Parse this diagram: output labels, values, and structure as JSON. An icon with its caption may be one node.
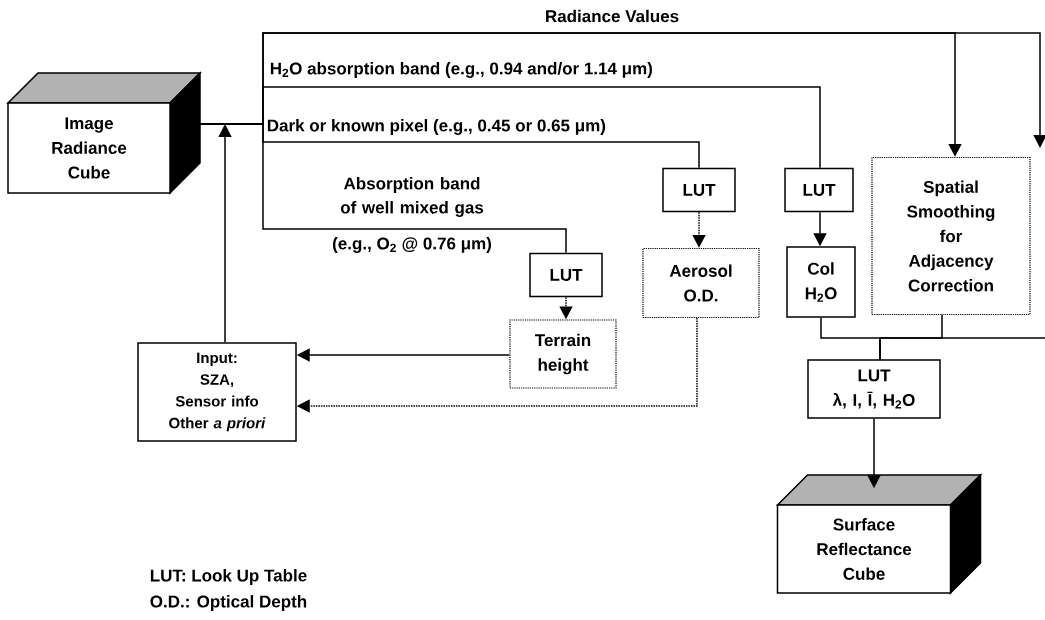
{
  "diagram": {
    "nodes": [
      {
        "text": [
          "Image Radiance Cube"
        ]
      },
      {
        "text": [
          "Input:",
          "SZA,",
          "Sensor info Other *a priori*"
        ]
      },
      {
        "text": [
          "LUT"
        ]
      },
      {
        "text": [
          "Terrain height"
        ]
      },
      {
        "text": [
          "LUT"
        ]
      },
      {
        "text": [
          "Aerosol O.D."
        ]
      },
      {
        "text": [
          "LUT"
        ]
      },
      {
        "text": [
          "Col H$_{2}$O"
        ]
      },
      {
        "text": [
          "Spatial Smoothing for Adjacency Correction"
        ]
      },
      {
        "text": [
          "LUT",
          "λ, I, Ī, H$_{2}$O"
        ]
      },
      {
        "text": [
          "Surface Reflectance Cube"
        ]
      }
    ],
    "edges": [
      {
        "from": 0,
        "to": 8,
        "arrow": "to",
        "label": "Radiance Values"
      },
      {
        "from": 0,
        "to": 6,
        "arrow": "none",
        "label": "H$_{2}$O absorption band (e.g., 0.94 and/or 1.14 μm)"
      },
      {
        "from": 0,
        "to": 4,
        "arrow": "none",
        "label": "Dark or known pixel (e.g., 0.45 or 0.65 μm)"
      },
      {
        "from": 0,
        "to": 2,
        "arrow": "none",
        "label": "Absorption band of well mixed gas"
      },
      {
        "from": 0,
        "to": null,
        "arrow": "to"
      },
      {
        "from": 1,
        "to": 0,
        "arrow": "to"
      },
      {
        "from": 2,
        "to": 3,
        "arrow": "to",
        "style": "dashed"
      },
      {
        "from": 4,
        "to": 5,
        "arrow": "to",
        "style": "dashed"
      },
      {
        "from": 6,
        "to": 7,
        "arrow": "to"
      },
      {
        "from": 3,
        "to": 1,
        "arrow": "to"
      },
      {
        "from": 5,
        "to": 1,
        "arrow": "to",
        "style": "dashed"
      },
      {
        "from": 7,
        "to": 9,
        "arrow": "none"
      },
      {
        "from": 8,
        "to": 9,
        "arrow": "none"
      },
      {
        "from": null,
        "to": 9,
        "arrow": "none"
      },
      {
        "from": 9,
        "to": 10,
        "arrow": "to"
      }
    ],
    "labels": [
      "(e.g., O$_{2}$ @ 0.76 μm)",
      "LUT: Look Up Table",
      "O.D.: Optical Depth"
    ]
  }
}
